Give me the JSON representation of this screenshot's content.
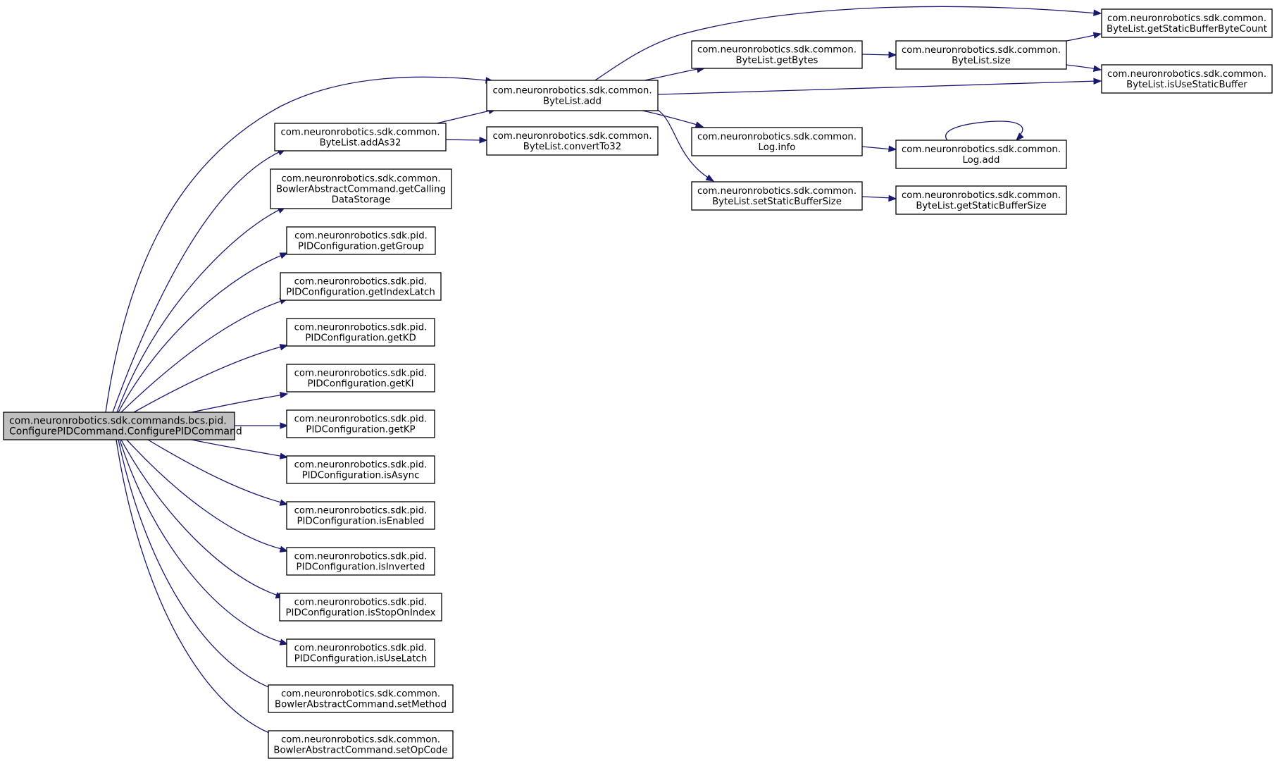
{
  "graph": {
    "edge_color": "#191970",
    "root_fill": "#bfbfbf",
    "nodes": [
      {
        "id": "root",
        "lines": [
          "com.neuronrobotics.sdk.commands.bcs.pid.",
          "ConfigurePIDCommand.ConfigurePIDCommand"
        ]
      },
      {
        "id": "addAs32",
        "lines": [
          "com.neuronrobotics.sdk.common.",
          "ByteList.addAs32"
        ]
      },
      {
        "id": "getCallingDataStorage",
        "lines": [
          "com.neuronrobotics.sdk.common.",
          "BowlerAbstractCommand.getCalling",
          "DataStorage"
        ]
      },
      {
        "id": "getGroup",
        "lines": [
          "com.neuronrobotics.sdk.pid.",
          "PIDConfiguration.getGroup"
        ]
      },
      {
        "id": "getIndexLatch",
        "lines": [
          "com.neuronrobotics.sdk.pid.",
          "PIDConfiguration.getIndexLatch"
        ]
      },
      {
        "id": "getKD",
        "lines": [
          "com.neuronrobotics.sdk.pid.",
          "PIDConfiguration.getKD"
        ]
      },
      {
        "id": "getKI",
        "lines": [
          "com.neuronrobotics.sdk.pid.",
          "PIDConfiguration.getKI"
        ]
      },
      {
        "id": "getKP",
        "lines": [
          "com.neuronrobotics.sdk.pid.",
          "PIDConfiguration.getKP"
        ]
      },
      {
        "id": "isAsync",
        "lines": [
          "com.neuronrobotics.sdk.pid.",
          "PIDConfiguration.isAsync"
        ]
      },
      {
        "id": "isEnabled",
        "lines": [
          "com.neuronrobotics.sdk.pid.",
          "PIDConfiguration.isEnabled"
        ]
      },
      {
        "id": "isInverted",
        "lines": [
          "com.neuronrobotics.sdk.pid.",
          "PIDConfiguration.isInverted"
        ]
      },
      {
        "id": "isStopOnIndex",
        "lines": [
          "com.neuronrobotics.sdk.pid.",
          "PIDConfiguration.isStopOnIndex"
        ]
      },
      {
        "id": "isUseLatch",
        "lines": [
          "com.neuronrobotics.sdk.pid.",
          "PIDConfiguration.isUseLatch"
        ]
      },
      {
        "id": "setMethod",
        "lines": [
          "com.neuronrobotics.sdk.common.",
          "BowlerAbstractCommand.setMethod"
        ]
      },
      {
        "id": "setOpCode",
        "lines": [
          "com.neuronrobotics.sdk.common.",
          "BowlerAbstractCommand.setOpCode"
        ]
      },
      {
        "id": "add",
        "lines": [
          "com.neuronrobotics.sdk.common.",
          "ByteList.add"
        ]
      },
      {
        "id": "convertTo32",
        "lines": [
          "com.neuronrobotics.sdk.common.",
          "ByteList.convertTo32"
        ]
      },
      {
        "id": "getBytes",
        "lines": [
          "com.neuronrobotics.sdk.common.",
          "ByteList.getBytes"
        ]
      },
      {
        "id": "logInfo",
        "lines": [
          "com.neuronrobotics.sdk.common.",
          "Log.info"
        ]
      },
      {
        "id": "setStaticBufferSize",
        "lines": [
          "com.neuronrobotics.sdk.common.",
          "ByteList.setStaticBufferSize"
        ]
      },
      {
        "id": "size",
        "lines": [
          "com.neuronrobotics.sdk.common.",
          "ByteList.size"
        ]
      },
      {
        "id": "logAdd",
        "lines": [
          "com.neuronrobotics.sdk.common.",
          "Log.add"
        ]
      },
      {
        "id": "getStaticBufferSize",
        "lines": [
          "com.neuronrobotics.sdk.common.",
          "ByteList.getStaticBufferSize"
        ]
      },
      {
        "id": "getStaticBufferByteCount",
        "lines": [
          "com.neuronrobotics.sdk.common.",
          "ByteList.getStaticBufferByteCount"
        ]
      },
      {
        "id": "isUseStaticBuffer",
        "lines": [
          "com.neuronrobotics.sdk.common.",
          "ByteList.isUseStaticBuffer"
        ]
      }
    ],
    "edges": [
      {
        "from": "root",
        "to": "add"
      },
      {
        "from": "root",
        "to": "addAs32"
      },
      {
        "from": "root",
        "to": "getCallingDataStorage"
      },
      {
        "from": "root",
        "to": "getGroup"
      },
      {
        "from": "root",
        "to": "getIndexLatch"
      },
      {
        "from": "root",
        "to": "getKD"
      },
      {
        "from": "root",
        "to": "getKI"
      },
      {
        "from": "root",
        "to": "getKP"
      },
      {
        "from": "root",
        "to": "isAsync"
      },
      {
        "from": "root",
        "to": "isEnabled"
      },
      {
        "from": "root",
        "to": "isInverted"
      },
      {
        "from": "root",
        "to": "isStopOnIndex"
      },
      {
        "from": "root",
        "to": "isUseLatch"
      },
      {
        "from": "root",
        "to": "setMethod"
      },
      {
        "from": "root",
        "to": "setOpCode"
      },
      {
        "from": "addAs32",
        "to": "add"
      },
      {
        "from": "addAs32",
        "to": "convertTo32"
      },
      {
        "from": "add",
        "to": "getStaticBufferByteCount"
      },
      {
        "from": "add",
        "to": "getBytes"
      },
      {
        "from": "add",
        "to": "isUseStaticBuffer"
      },
      {
        "from": "add",
        "to": "logInfo"
      },
      {
        "from": "add",
        "to": "setStaticBufferSize"
      },
      {
        "from": "getBytes",
        "to": "size"
      },
      {
        "from": "size",
        "to": "getStaticBufferByteCount"
      },
      {
        "from": "size",
        "to": "isUseStaticBuffer"
      },
      {
        "from": "logInfo",
        "to": "logAdd"
      },
      {
        "from": "logAdd",
        "to": "logAdd"
      },
      {
        "from": "setStaticBufferSize",
        "to": "getStaticBufferSize"
      }
    ]
  }
}
